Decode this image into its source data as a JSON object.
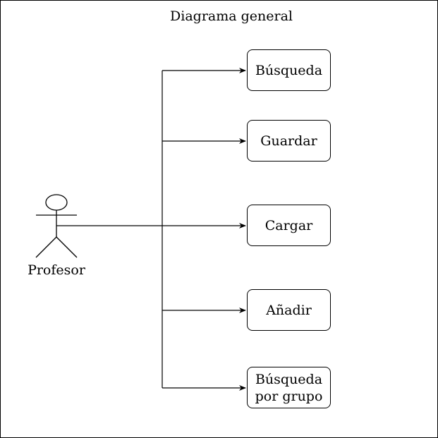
{
  "diagram": {
    "title": "Diagrama general",
    "actor": {
      "label": "Profesor"
    },
    "use_cases": [
      {
        "label": "Búsqueda"
      },
      {
        "label": "Guardar"
      },
      {
        "label": "Cargar"
      },
      {
        "label": "Añadir"
      },
      {
        "label": "Búsqueda\npor grupo"
      }
    ]
  }
}
